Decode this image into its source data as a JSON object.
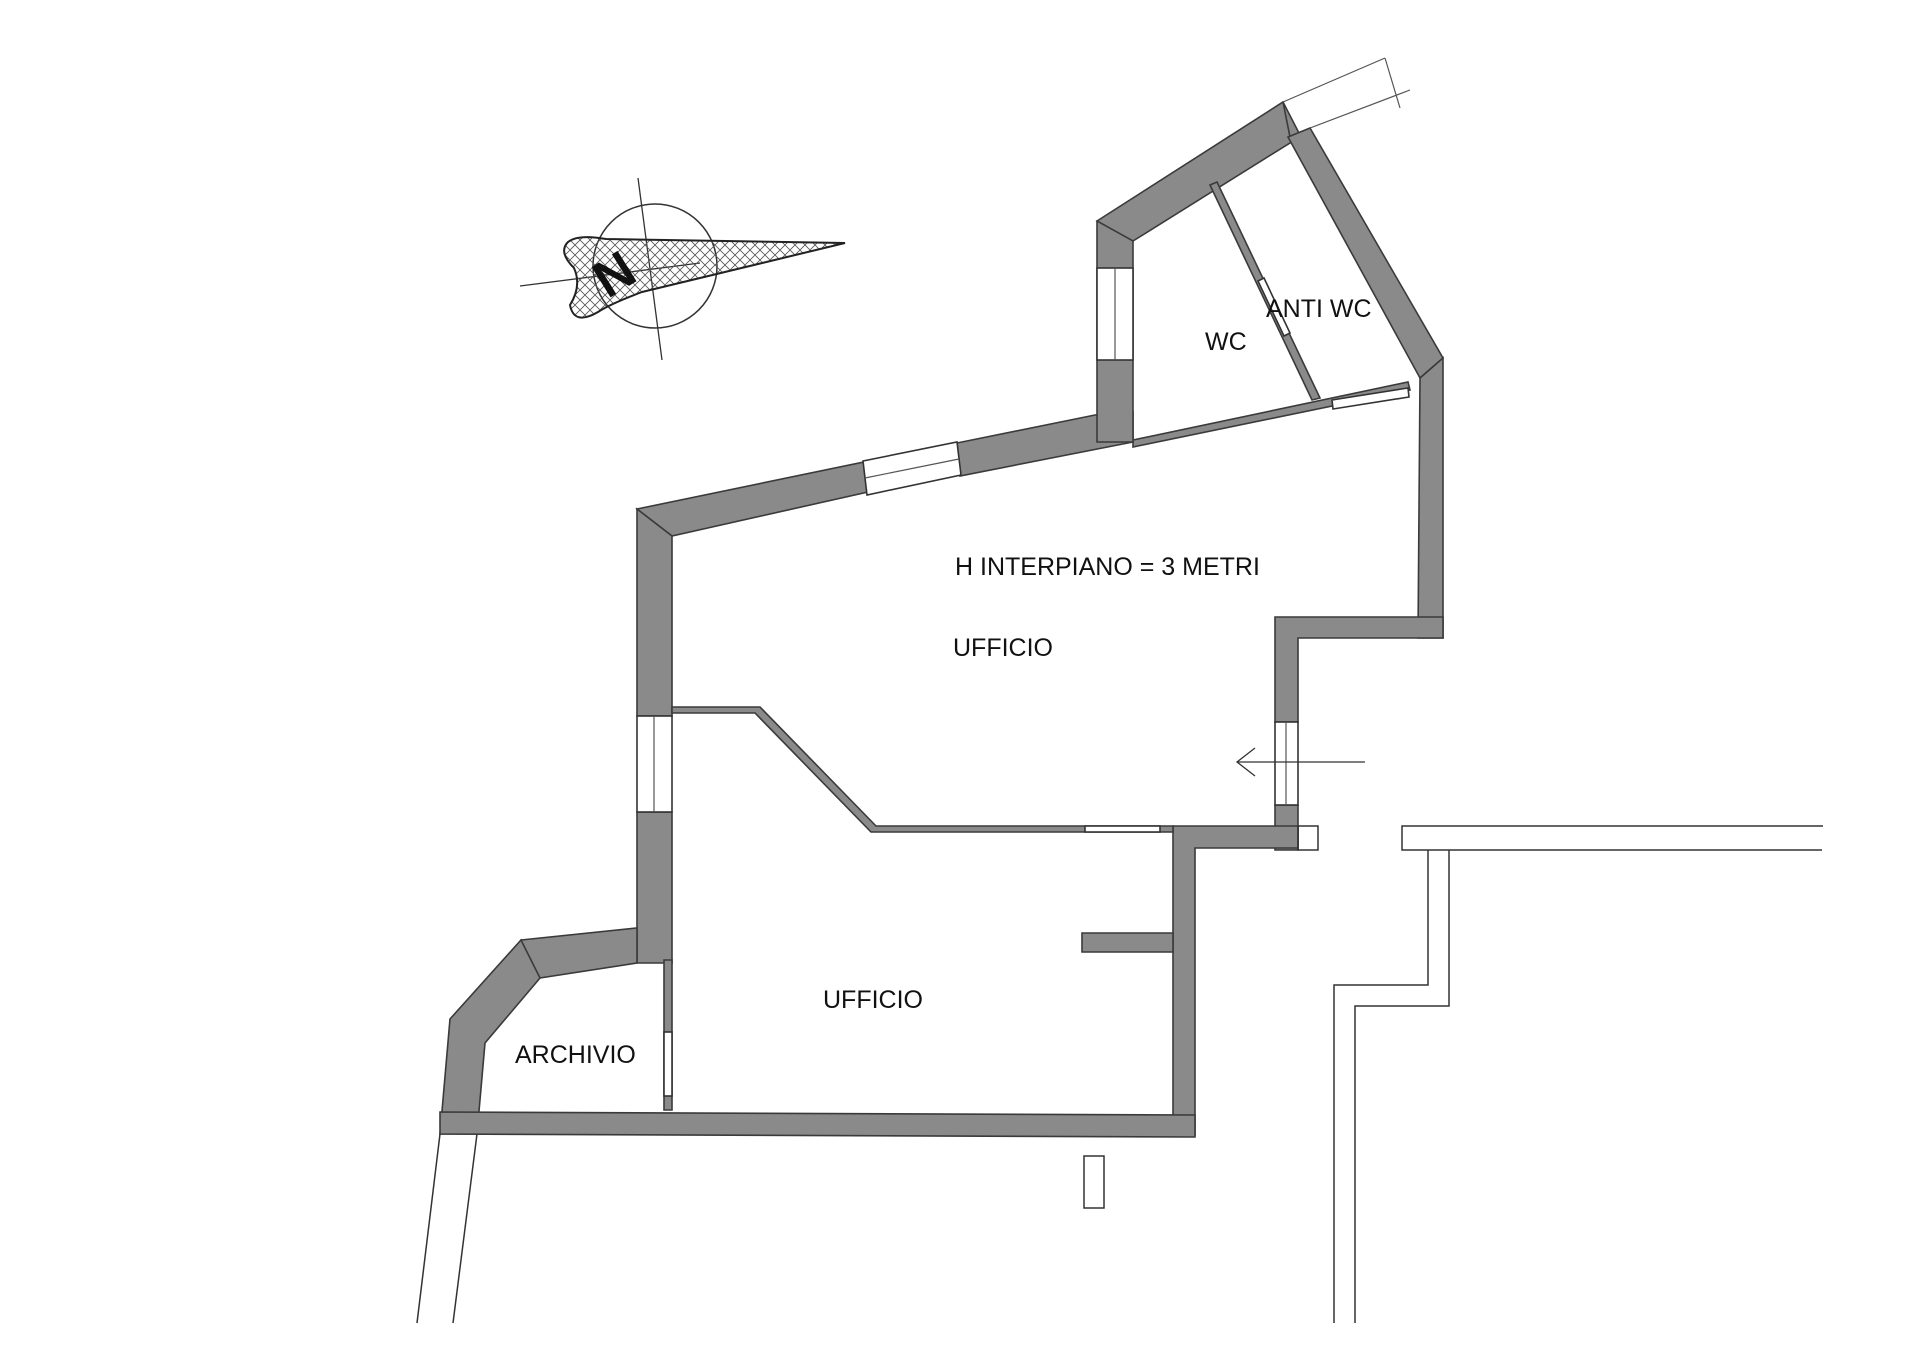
{
  "plan": {
    "note": "H INTERPIANO = 3 METRI",
    "rooms": {
      "ufficio_main": "UFFICIO",
      "ufficio_lower": "UFFICIO",
      "archivio": "ARCHIVIO",
      "wc": "WC",
      "anti_wc": "ANTI WC"
    },
    "north_letter": "N"
  },
  "colors": {
    "wall_fill": "#8a8a8a",
    "outline": "#333333",
    "background": "#ffffff"
  }
}
